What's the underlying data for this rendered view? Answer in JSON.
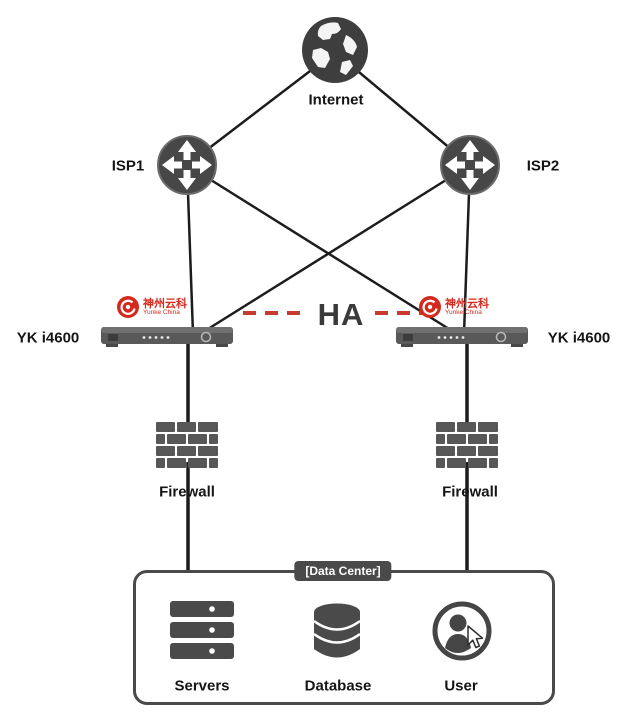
{
  "nodes": {
    "internet": {
      "label": "Internet"
    },
    "isp1": {
      "label": "ISP1"
    },
    "isp2": {
      "label": "ISP2"
    },
    "lb_left": {
      "label": "YK i4600"
    },
    "lb_right": {
      "label": "YK i4600"
    },
    "firewall_left": {
      "label": "Firewall"
    },
    "firewall_right": {
      "label": "Firewall"
    }
  },
  "brand": {
    "cn": "神州云科",
    "en": "Yunke China"
  },
  "ha": {
    "label": "HA"
  },
  "datacenter": {
    "label": "[Data Center]",
    "servers": "Servers",
    "database": "Database",
    "user": "User"
  },
  "colors": {
    "line": "#1c1c1c",
    "node_gray": "#4a4a4a",
    "ha_dash_red": "#c63a2f",
    "brand_red": "#d42a1e"
  }
}
